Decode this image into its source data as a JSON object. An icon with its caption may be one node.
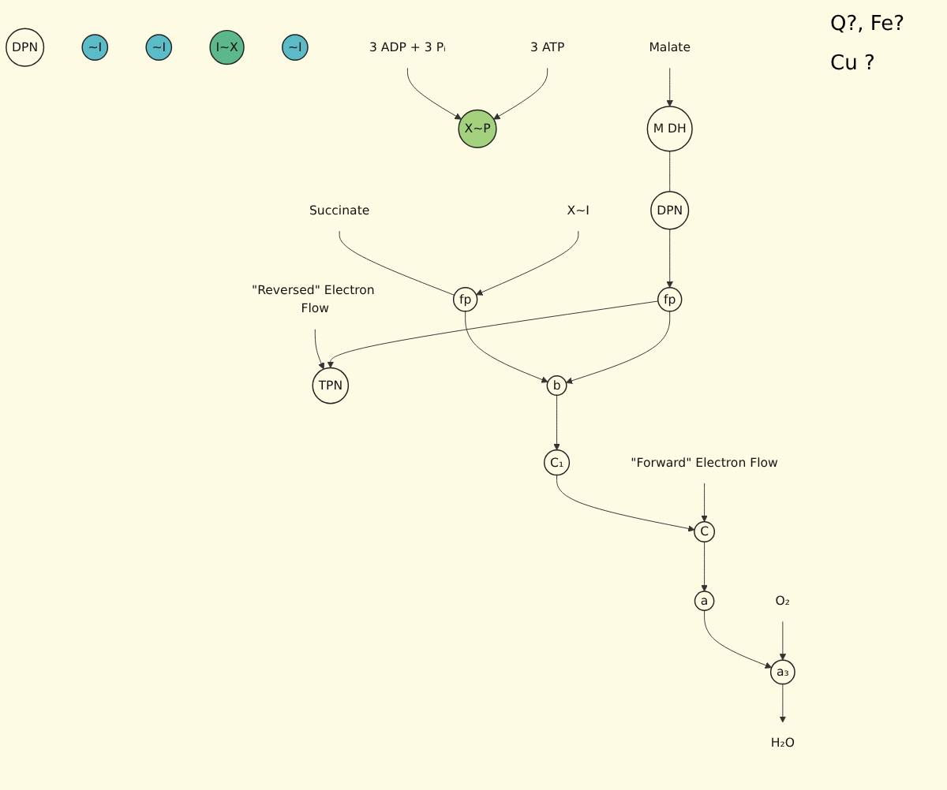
{
  "diagram": {
    "nodes": [
      {
        "text": [
          "Succinate"
        ]
      },
      {
        "text": [
          "X~I"
        ]
      },
      {
        "text": [
          "fp"
        ]
      },
      {
        "text": [
          "DPN"
        ]
      },
      {
        "text": [
          "\"Reversed\" Electron Flow"
        ]
      },
      {
        "text": [
          "TPN"
        ]
      },
      {
        "text": [
          "fp"
        ]
      },
      {
        "text": [
          "b"
        ]
      },
      {
        "text": [
          "C₁"
        ]
      },
      {
        "text": [
          "\"Forward\" Electron Flow"
        ]
      },
      {
        "text": [
          "~I"
        ]
      },
      {
        "text": [
          "~I"
        ]
      },
      {
        "text": [
          "I~X"
        ]
      },
      {
        "text": [
          "~I"
        ]
      },
      {
        "text": [
          "DPN"
        ]
      },
      {
        "text": [
          "X~P"
        ]
      },
      {
        "text": [
          "C"
        ]
      },
      {
        "text": [
          "M DH"
        ]
      },
      {
        "text": [
          "Malate"
        ]
      },
      {
        "text": [
          "a"
        ]
      },
      {
        "text": [
          "3 ADP + 3 Pᵢ"
        ]
      },
      {
        "text": [
          "3 ATP"
        ]
      },
      {
        "text": [
          "a₃"
        ]
      },
      {
        "text": [
          "O₂"
        ]
      },
      {
        "text": [
          "H₂O"
        ]
      }
    ],
    "edges": [
      {
        "from": 0,
        "to": 2,
        "arrow": "none"
      },
      {
        "from": 2,
        "to": 7,
        "arrow": "to"
      },
      {
        "from": 1,
        "to": 2,
        "arrow": "to"
      },
      {
        "from": 4,
        "to": 5,
        "arrow": "to"
      },
      {
        "from": 6,
        "to": 5,
        "arrow": "to"
      },
      {
        "from": 14,
        "to": 6,
        "arrow": "to"
      },
      {
        "from": 6,
        "to": 7,
        "arrow": "to"
      },
      {
        "from": 7,
        "to": 8,
        "arrow": "to"
      },
      {
        "from": 8,
        "to": 16,
        "arrow": "to"
      },
      {
        "from": 9,
        "to": 16,
        "arrow": "to"
      },
      {
        "from": 16,
        "to": 19,
        "arrow": "to"
      },
      {
        "from": 19,
        "to": 22,
        "arrow": "to"
      },
      {
        "from": 23,
        "to": 22,
        "arrow": "to"
      },
      {
        "from": 22,
        "to": 24,
        "arrow": "to"
      },
      {
        "from": 18,
        "to": 17,
        "arrow": "to"
      },
      {
        "from": 17,
        "to": 14,
        "arrow": "none"
      },
      {
        "from": 20,
        "to": 15,
        "arrow": "to"
      },
      {
        "from": 21,
        "to": 15,
        "arrow": "to"
      }
    ],
    "labels": [
      "Q?, Fe?",
      "Cu ?"
    ]
  }
}
